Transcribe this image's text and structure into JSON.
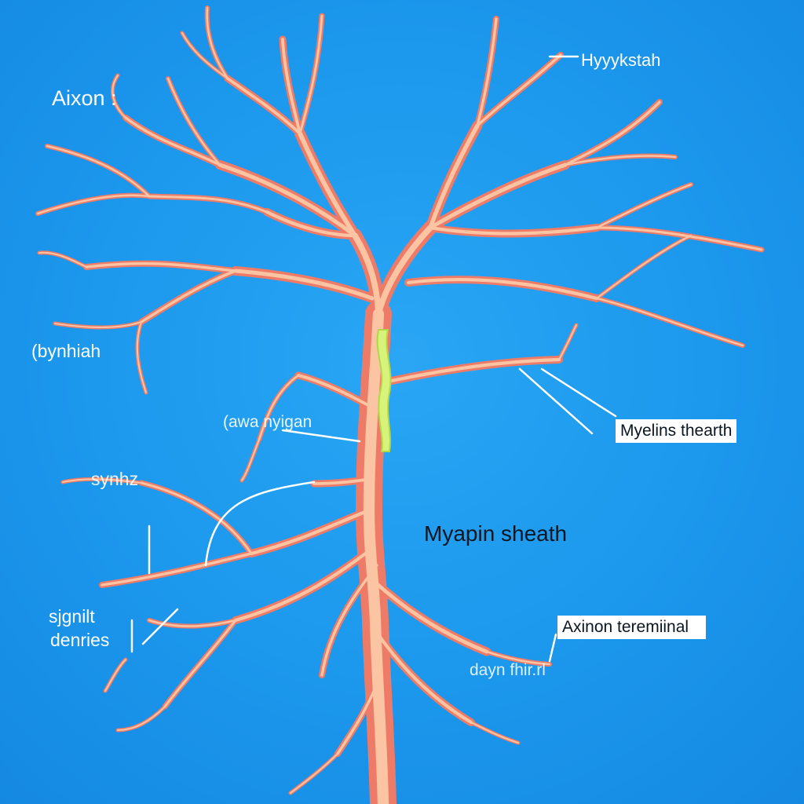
{
  "colors": {
    "background": "#1d9bef",
    "branch_outer": "#ee7b68",
    "branch_inner": "#fbc4a2",
    "myelin_segment": "#d8f37a",
    "arrow": "#ffffff",
    "label_box": "#ffffff"
  },
  "labels": {
    "axon": "Aixon :",
    "top_right": "Hyyykstah",
    "left_mid": "(bynhiah",
    "center_left": "(awa nyigan",
    "synapse": "synhz",
    "signal_line1": "sjgnilt",
    "signal_line2": "denries",
    "myelin_box": "Myelins thearth",
    "myapin": "Myapin sheath",
    "terminal_box": "Axinon teremiinal",
    "bottom_right": "dayn fhir.rl"
  }
}
